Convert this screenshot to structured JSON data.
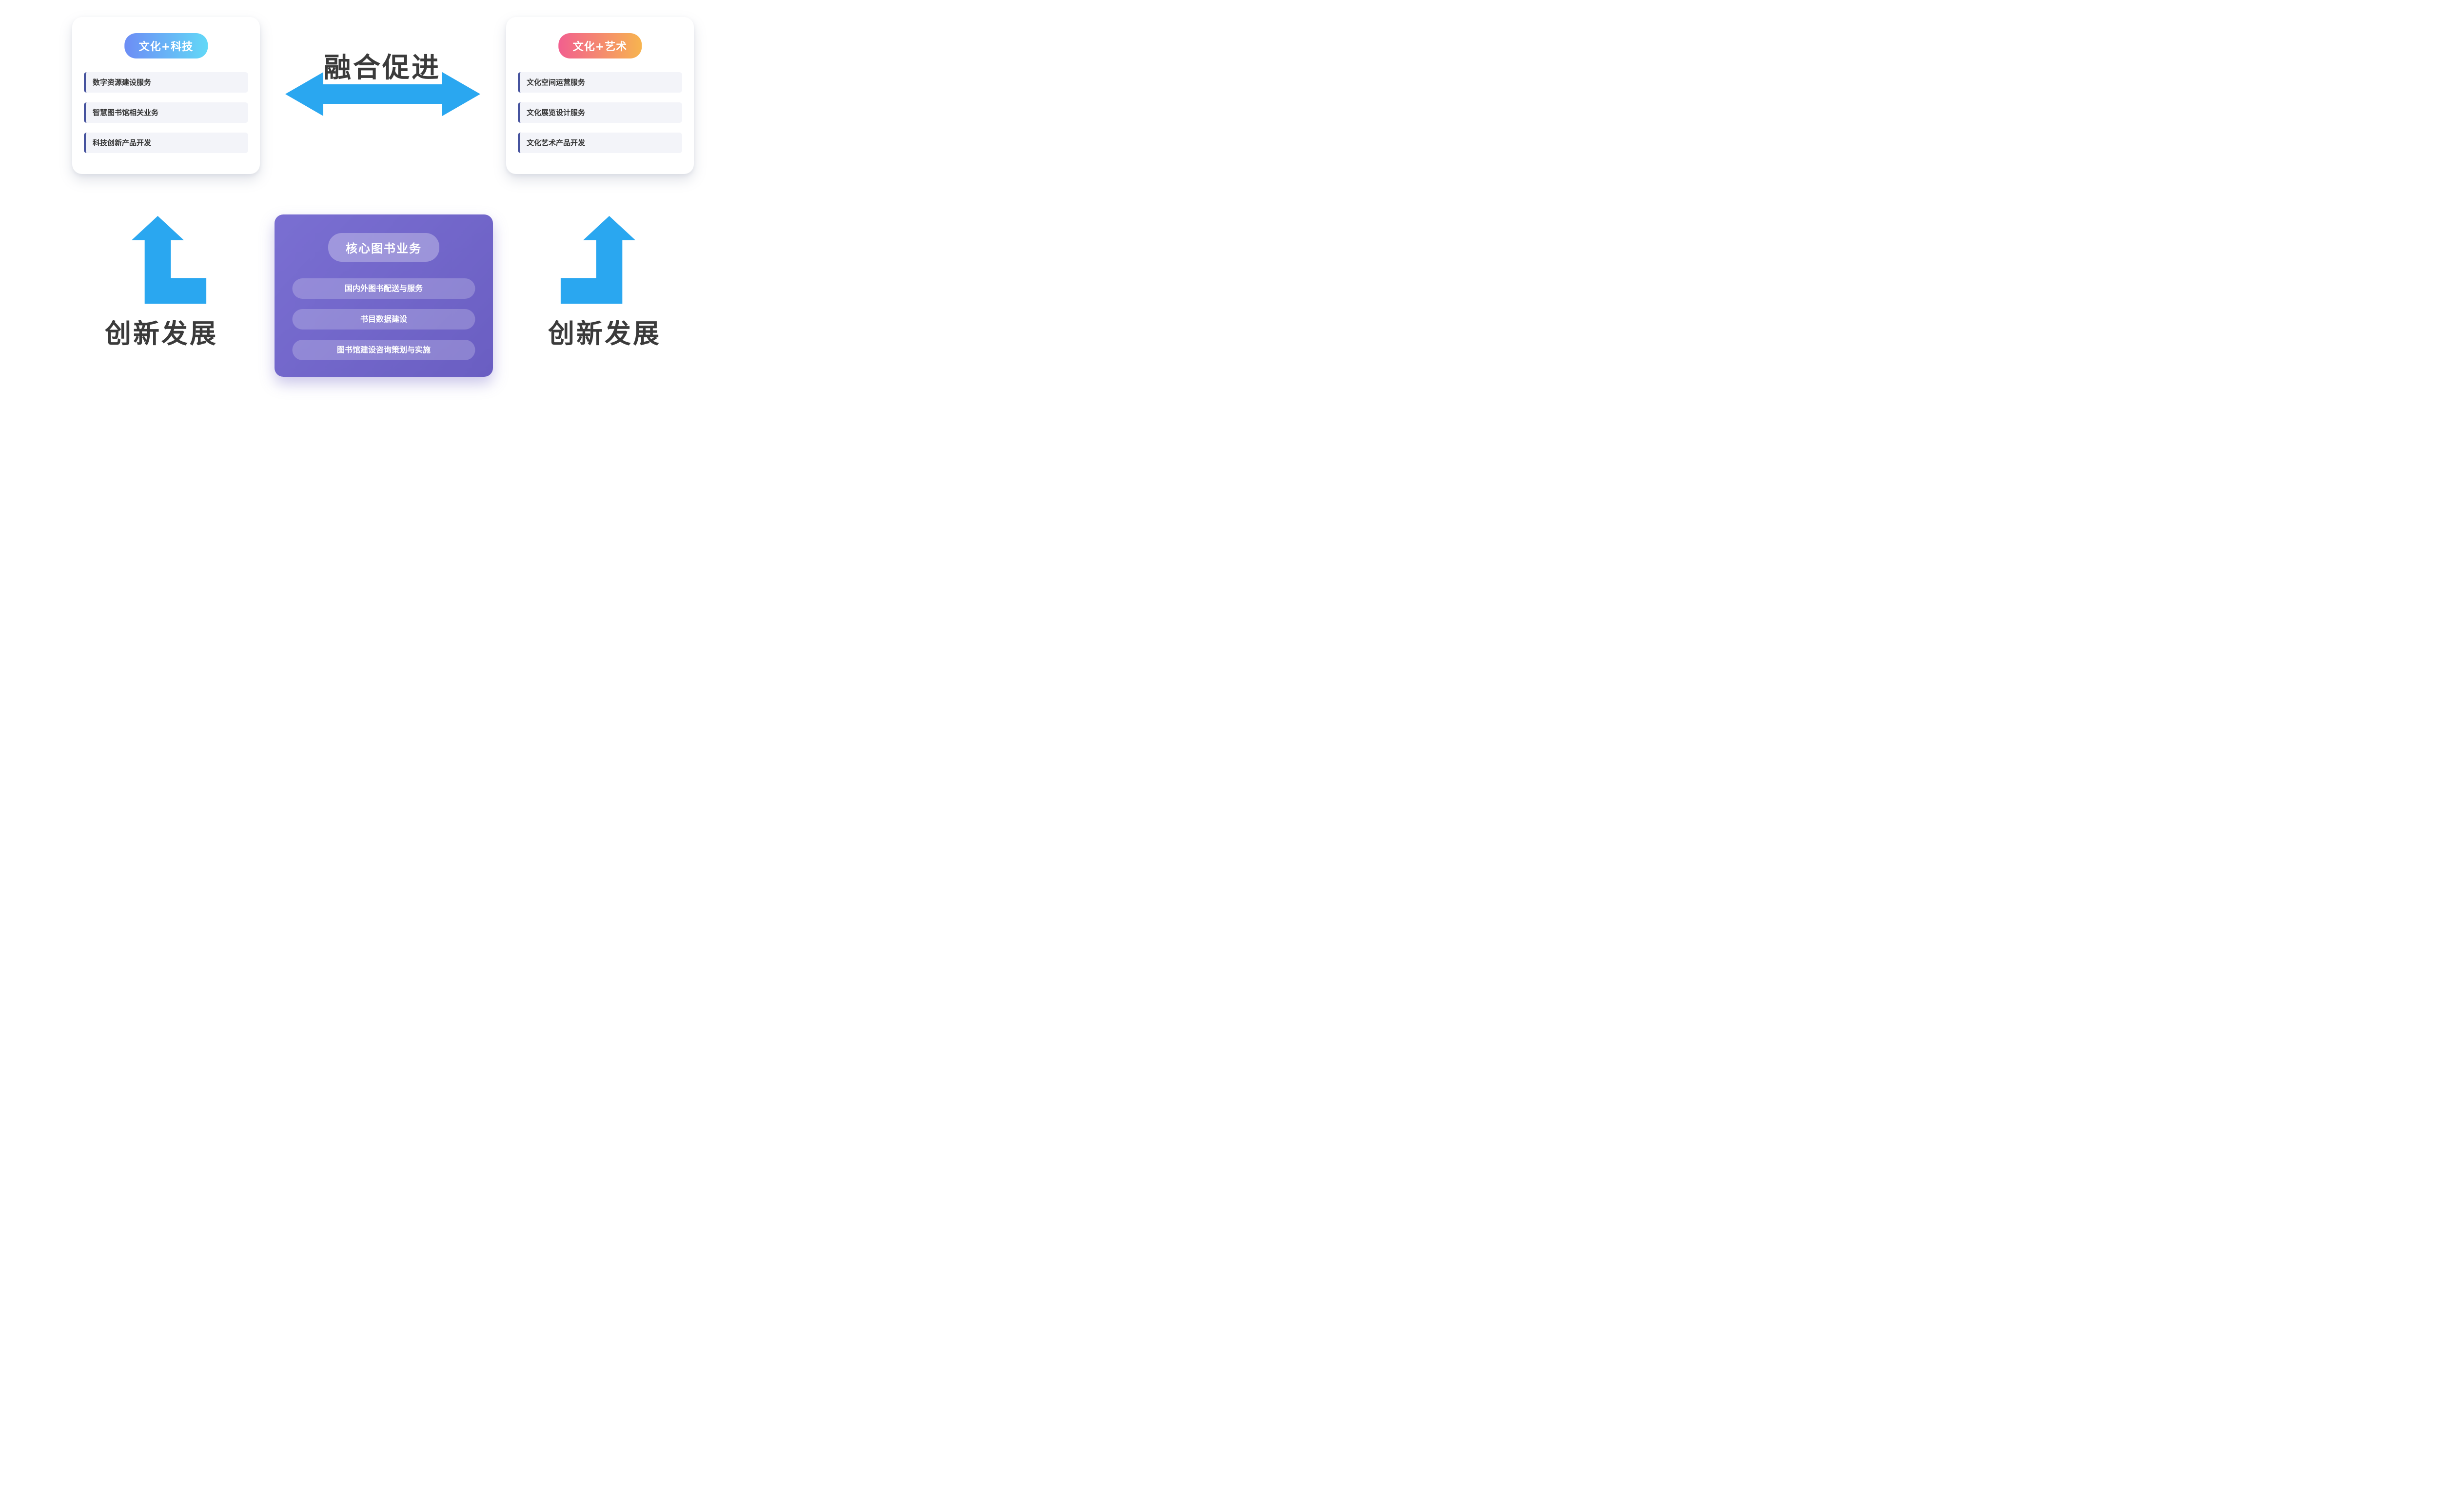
{
  "fusion_title": "融合促进",
  "tech_card": {
    "badge": "文化+科技",
    "items": [
      "数字资源建设服务",
      "智慧图书馆相关业务",
      "科技创新产品开发"
    ]
  },
  "art_card": {
    "badge": "文化+艺术",
    "items": [
      "文化空间运营服务",
      "文化展览设计服务",
      "文化艺术产品开发"
    ]
  },
  "core_card": {
    "badge": "核心图书业务",
    "items": [
      "国内外图书配送与服务",
      "书目数据建设",
      "图书馆建设咨询策划与实施"
    ]
  },
  "left_growth_label": "创新发展",
  "right_growth_label": "创新发展",
  "colors": {
    "arrow-blue": "#2aa7f0",
    "tech-badge-from": "#6d8df5",
    "tech-badge-to": "#62d8f7",
    "art-badge-from": "#f25f8f",
    "art-badge-to": "#f7b44f",
    "item-accent": "#46539e",
    "item-bg": "#f3f4f9",
    "core-from": "#7a6fd2",
    "core-to": "#6a5ec2",
    "title-color": "#3b3b3b"
  }
}
